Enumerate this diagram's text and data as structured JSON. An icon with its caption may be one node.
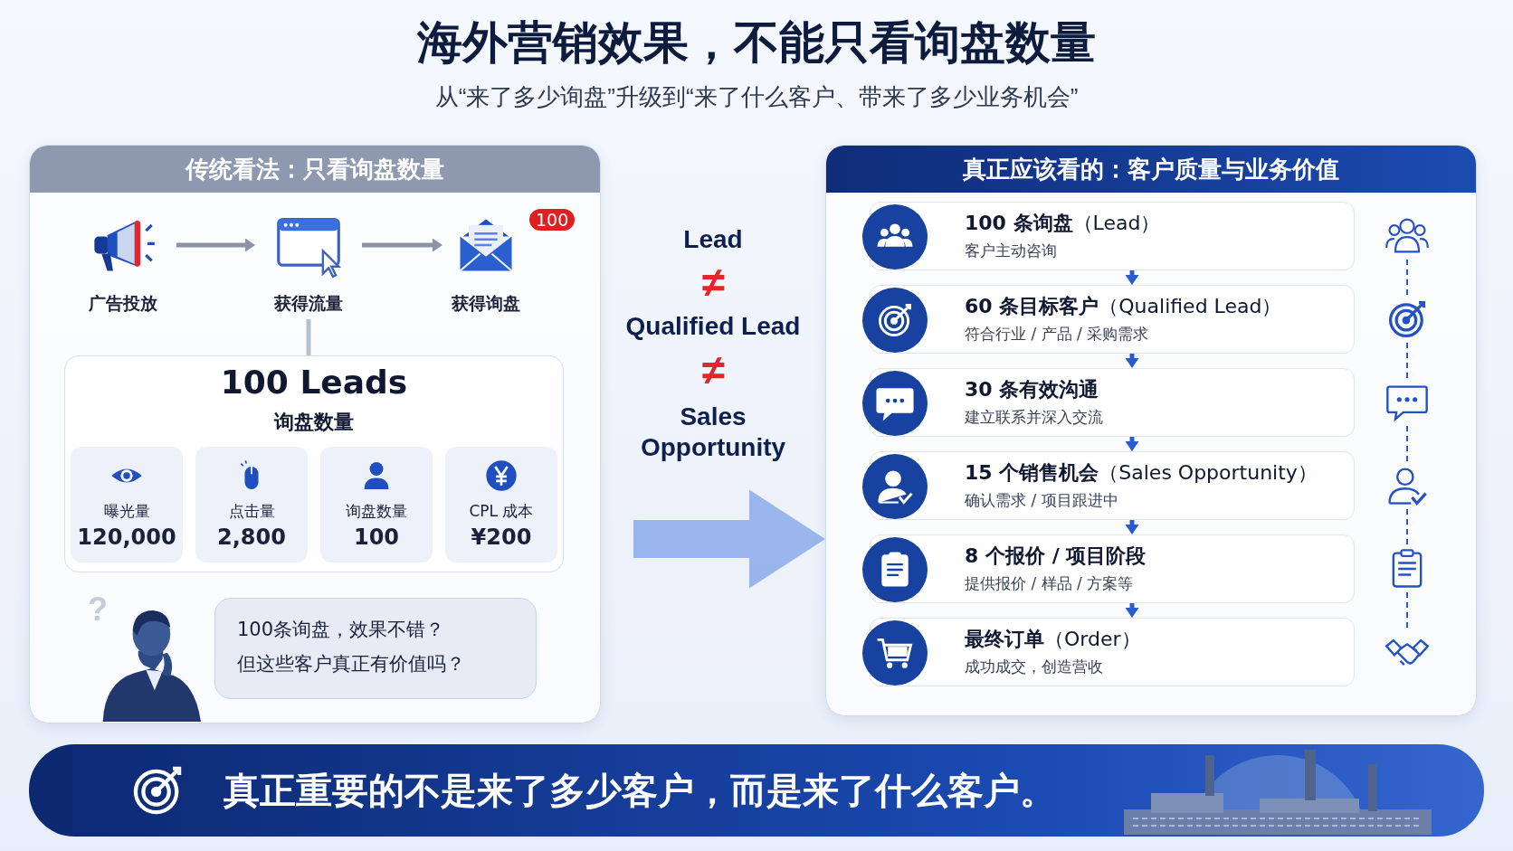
{
  "diagram": {
    "title": "海外营销效果，不能只看询盘数量",
    "nodes": [
      {
        "text": [
          "传统看法：只看询盘数量"
        ]
      },
      {
        "text": [
          "广告投放"
        ],
        "in": 0
      },
      {
        "text": [
          "获得流量"
        ],
        "in": 0
      },
      {
        "text": [
          "获得询盘"
        ],
        "in": 0,
        "beside": [
          "100"
        ]
      },
      {
        "text": [
          "100 Leads",
          "询盘数量"
        ],
        "in": 0
      },
      {
        "text": [
          "曝光量",
          "120,000"
        ],
        "in": 4
      },
      {
        "text": [
          "点击量",
          "2,800"
        ],
        "in": 4
      },
      {
        "text": [
          "询盘数量",
          "100"
        ],
        "in": 4
      },
      {
        "text": [
          "CPL 成本",
          "¥200"
        ],
        "in": 4
      },
      {
        "text": [
          "100条询盘，效果不错？",
          "但这些客户真正有价值吗？"
        ],
        "in": 0
      },
      {
        "text": [
          "真正应该看的：客户质量与业务价值"
        ]
      },
      {
        "text": [
          "**100 条询盘**（Lead）",
          "客户主动咨询"
        ],
        "in": 10
      },
      {
        "text": [
          "**60 条目标客户**（Qualified Lead）",
          "符合行业 / 产品 / 采购需求"
        ],
        "in": 10
      },
      {
        "text": [
          "30 条有效沟通",
          "建立联系并深入交流"
        ],
        "in": 10
      },
      {
        "text": [
          "**15 个销售机会**（Sales Opportunity）",
          "确认需求 / 项目跟进中"
        ],
        "in": 10
      },
      {
        "text": [
          "8 个报价 / 项目阶段",
          "提供报价 / 样品 / 方案等"
        ],
        "in": 10
      },
      {
        "text": [
          "**最终订单**（Order）",
          "成功成交，创造营收"
        ],
        "in": 10
      },
      {
        "text": [],
        "shape": "picture",
        "in": 10
      },
      {
        "text": [],
        "shape": "picture",
        "in": 10
      },
      {
        "text": [],
        "shape": "picture",
        "in": 10
      },
      {
        "text": [],
        "shape": "picture",
        "in": 10
      },
      {
        "text": [],
        "shape": "picture",
        "in": 10
      },
      {
        "text": [],
        "shape": "picture",
        "in": 10
      },
      {
        "text": [
          "真正重要的不是来了多少客户，而是来了什么客户。"
        ]
      }
    ],
    "edges": [
      {
        "from": 1,
        "to": 2,
        "arrow": "to",
        "color": "#8a94a6"
      },
      {
        "from": 2,
        "to": 3,
        "arrow": "to",
        "color": "#8a94a6"
      },
      {
        "from": 2,
        "to": 4,
        "arrow": "none",
        "color": "#b8c0d0"
      },
      {
        "from": null,
        "to": 10,
        "arrow": "to",
        "style": "thick",
        "color": "#7fa2e8"
      },
      {
        "from": 11,
        "to": 12,
        "arrow": "to"
      },
      {
        "from": 12,
        "to": 13,
        "arrow": "to"
      },
      {
        "from": 13,
        "to": 14,
        "arrow": "to"
      },
      {
        "from": 14,
        "to": 15,
        "arrow": "to"
      },
      {
        "from": 15,
        "to": 16,
        "arrow": "to"
      },
      {
        "from": 17,
        "to": 18,
        "arrow": "none",
        "style": "dashed"
      },
      {
        "from": 18,
        "to": 19,
        "arrow": "none",
        "style": "dashed"
      },
      {
        "from": 19,
        "to": 20,
        "arrow": "none",
        "style": "dashed"
      },
      {
        "from": 20,
        "to": 21,
        "arrow": "none",
        "style": "dashed"
      },
      {
        "from": 21,
        "to": 22,
        "arrow": "none",
        "style": "dashed"
      }
    ],
    "labels": [
      "从“来了多少询盘”升级到“来了什么客户、带来了多少业务机会”",
      "Lead",
      "≠",
      "Qualified Lead",
      "≠",
      "Sales Opportunity",
      "?"
    ]
  }
}
